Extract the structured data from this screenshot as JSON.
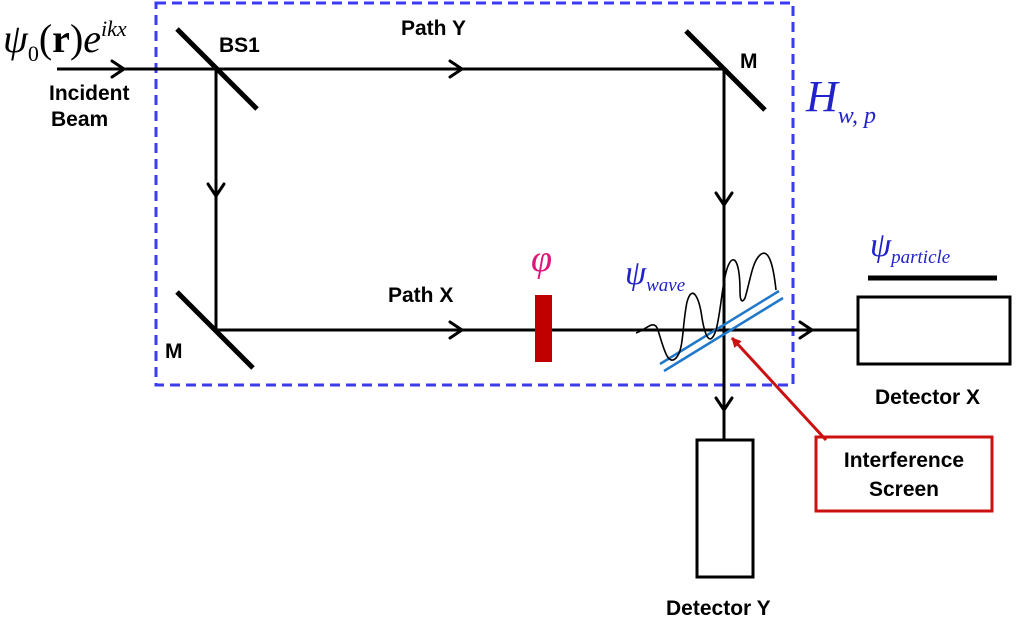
{
  "incident": {
    "psi": "ψ",
    "psi_sub": "0",
    "open_paren": "(",
    "r_bold": "r",
    "close_paren": ")",
    "e": "e",
    "exponent": "ikx",
    "label_line1": "Incident",
    "label_line2": "Beam"
  },
  "beamsplitter": {
    "label": "BS1"
  },
  "mirrors": {
    "top_right_label": "M",
    "bottom_left_label": "M"
  },
  "paths": {
    "y_label": "Path Y",
    "x_label": "Path X"
  },
  "hamiltonian": {
    "symbol": "H",
    "subscript": "w, p"
  },
  "phase": {
    "symbol": "φ"
  },
  "wave": {
    "psi": "ψ",
    "subscript": "wave"
  },
  "particle": {
    "psi": "ψ",
    "subscript": "particle"
  },
  "detectors": {
    "x_label": "Detector X",
    "y_label": "Detector Y"
  },
  "callout": {
    "line1": "Interference",
    "line2": "Screen"
  },
  "colors": {
    "frame": "#3b3bf0",
    "math_blue": "#2222cc",
    "phase_fill": "#c00000",
    "phase_symbol": "#e0147a",
    "screen": "#1f78c8",
    "callout": "#cc1111"
  }
}
